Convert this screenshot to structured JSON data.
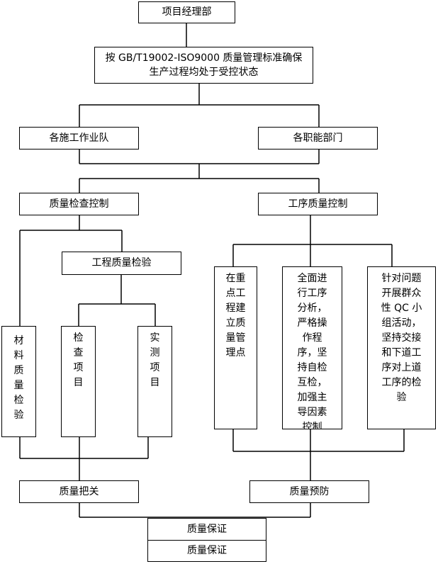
{
  "nodes": {
    "pm_dept": "项目经理部",
    "standard": "按 GB/T19002-ISO9000 质量管理标准确保生产过程均处于受控状态",
    "construction_teams": "各施工作业队",
    "functional_depts": "各职能部门",
    "quality_inspection_control": "质量检查控制",
    "process_quality_control": "工序质量控制",
    "engineering_quality_inspection": "工程质量检验",
    "material_quality_inspection": "材料质量检验",
    "inspection_items": "检查项目",
    "measurement_items": "实测项目",
    "key_process_points": "在重点工程建立质量管理点",
    "process_analysis": "全面进行工序分析，严格操作程序，坚持自检互检，加强主导因素控制",
    "qc_activities": "针对问题开展群众性 QC 小组活动，坚持交接和下道工序对上道工序的检验",
    "quality_gate": "质量把关",
    "quality_prevention": "质量预防",
    "quality_assurance_1": "质量保证",
    "quality_assurance_2": "质量保证"
  }
}
